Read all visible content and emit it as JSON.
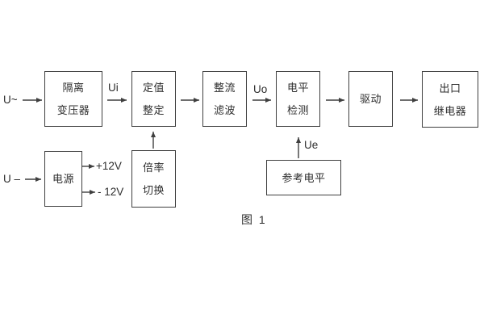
{
  "figure": {
    "caption": "图 1",
    "colors": {
      "line": "#3f3f3f",
      "text": "#2e2e2e",
      "background": "#ffffff"
    },
    "inputs": {
      "ac_label": "U~",
      "dc_label": "U –"
    },
    "signal_labels": {
      "ui": "Ui",
      "uo": "Uo",
      "ue": "Ue",
      "plus_rail": "+12V",
      "minus_rail": "- 12V"
    },
    "blocks": [
      {
        "name": "isolation-transformer",
        "lines": [
          "隔离",
          "变压器"
        ]
      },
      {
        "name": "setpoint-adjustment",
        "lines": [
          "定值",
          "整定"
        ]
      },
      {
        "name": "rectifier-filter",
        "lines": [
          "整流",
          "滤波"
        ]
      },
      {
        "name": "level-detection",
        "lines": [
          "电平",
          "检测"
        ]
      },
      {
        "name": "driver",
        "lines": [
          "驱动"
        ]
      },
      {
        "name": "output-relay",
        "lines": [
          "出口",
          "继电器"
        ]
      },
      {
        "name": "power-supply",
        "lines": [
          "电源"
        ]
      },
      {
        "name": "ratio-switching",
        "lines": [
          "倍率",
          "切换"
        ]
      },
      {
        "name": "reference-level",
        "lines": [
          "参考电平"
        ]
      }
    ]
  }
}
